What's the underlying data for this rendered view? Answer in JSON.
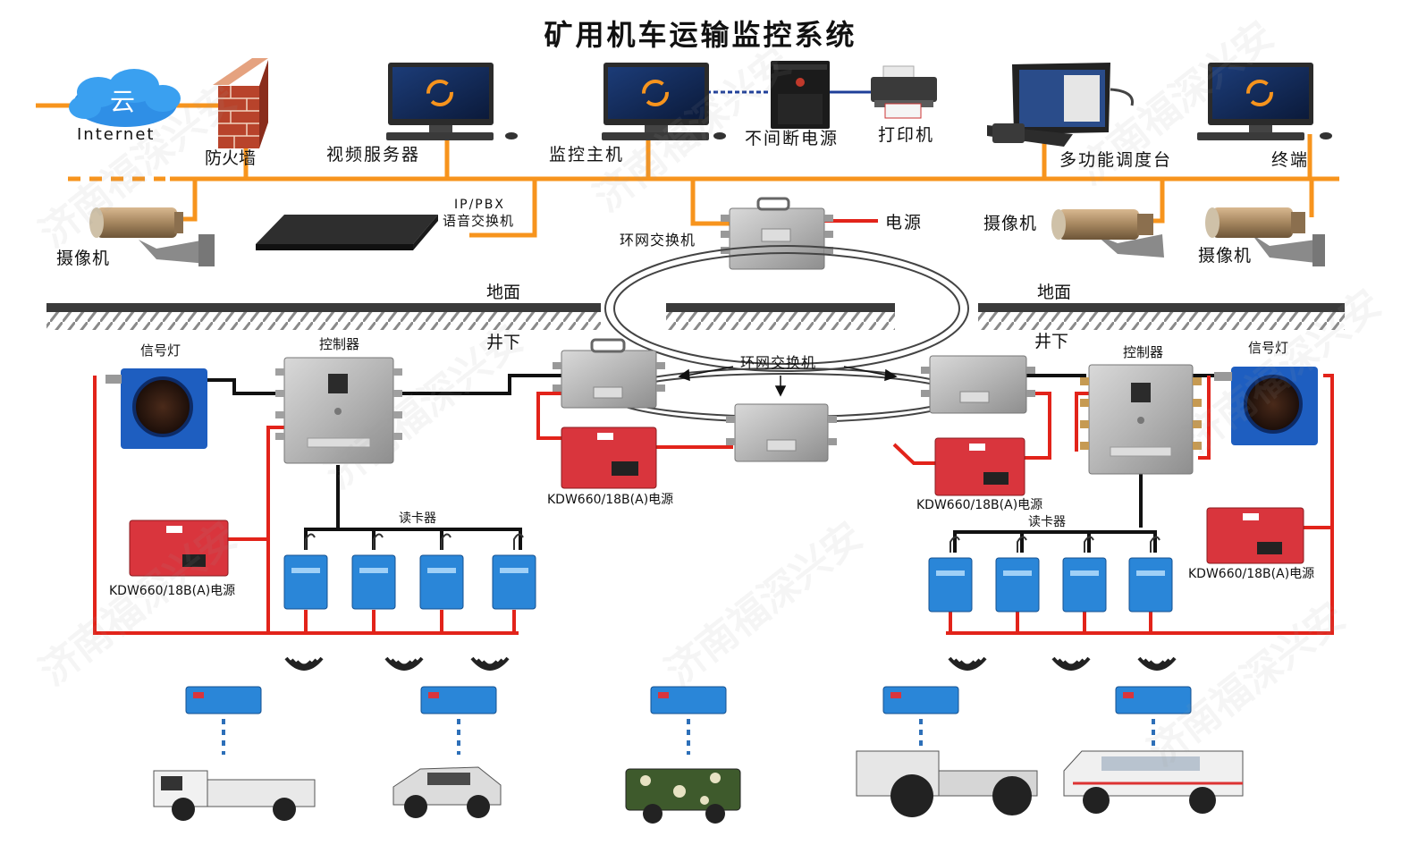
{
  "title": "矿用机车运输监控系统",
  "watermark": "济南福深兴安",
  "colors": {
    "ethernet": "#f7941d",
    "power": "#e2231a",
    "signal": "#111111",
    "fiber": "#1f3f99",
    "wireless": "#2d6fb8"
  },
  "surface": {
    "cloud": "云",
    "internet": "Internet",
    "firewall": "防火墙",
    "video_server": "视频服务器",
    "monitor_host": "监控主机",
    "ups": "不间断电源",
    "printer": "打印机",
    "dispatch_console": "多功能调度台",
    "terminal": "终端",
    "voice_switch_line1": "IP/PBX",
    "voice_switch_line2": "语音交换机",
    "ring_switch": "环网交换机",
    "power": "电源",
    "camera_left": "摄像机",
    "camera_right1": "摄像机",
    "camera_right2": "摄像机"
  },
  "ground": {
    "left": "地面",
    "right": "地面"
  },
  "underground": {
    "left": "井下",
    "right": "井下",
    "ring_switch_center": "环网交换机",
    "signal_light_left": "信号灯",
    "signal_light_right": "信号灯",
    "controller_left": "控制器",
    "controller_right": "控制器",
    "card_reader_left": "读卡器",
    "card_reader_right": "读卡器",
    "power_supply_1": "KDW660/18B(A)电源",
    "power_supply_2": "KDW660/18B(A)电源",
    "power_supply_3": "KDW660/18B(A)电源",
    "power_supply_4": "KDW660/18B(A)电源"
  }
}
